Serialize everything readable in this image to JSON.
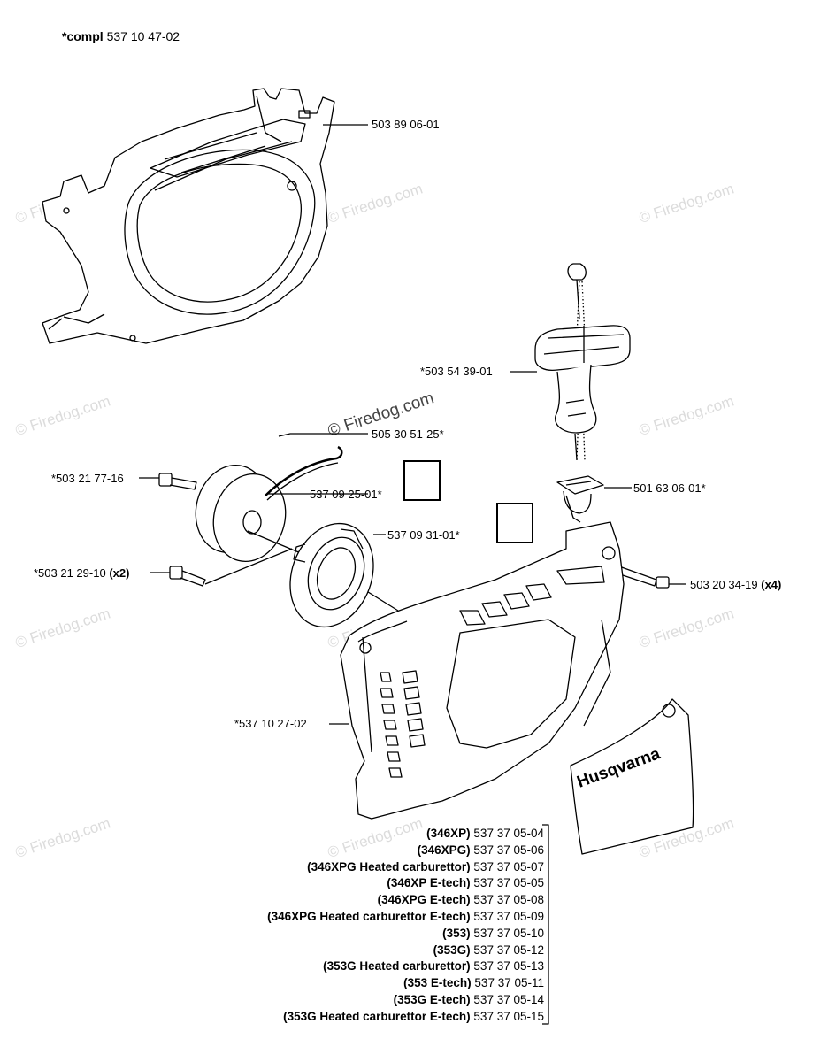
{
  "header": {
    "compl_prefix": "*compl",
    "compl_number": "537 10 47-02"
  },
  "callouts": {
    "c1": "503 89 06-01",
    "c2": "*503 54 39-01",
    "c3": "505 30 51-25*",
    "c4": "*503 21 77-16",
    "c5": "537 09 25-01*",
    "c6": "501 63 06-01*",
    "c7": "537 09 31-01*",
    "c8_num": "*503 21 29-10",
    "c8_qty": "(x2)",
    "c9_num": "503 20 34-19",
    "c9_qty": "(x4)",
    "c10": "*537 10 27-02"
  },
  "logo_text": "Husqvarna",
  "watermark": "© Firedog.com",
  "variants": [
    {
      "model": "(346XP)",
      "part": "537 37 05-04"
    },
    {
      "model": "(346XPG)",
      "part": "537 37 05-06"
    },
    {
      "model": "(346XPG Heated carburettor)",
      "part": "537 37 05-07"
    },
    {
      "model": "(346XP E-tech)",
      "part": "537 37 05-05"
    },
    {
      "model": "(346XPG E-tech)",
      "part": "537 37 05-08"
    },
    {
      "model": "(346XPG Heated carburettor E-tech)",
      "part": "537 37 05-09"
    },
    {
      "model": "(353)",
      "part": "537 37 05-10"
    },
    {
      "model": "(353G)",
      "part": "537 37 05-12"
    },
    {
      "model": "(353G Heated carburettor)",
      "part": "537 37 05-13"
    },
    {
      "model": "(353 E-tech)",
      "part": "537 37 05-11"
    },
    {
      "model": "(353G E-tech)",
      "part": "537 37 05-14"
    },
    {
      "model": "(353G Heated carburettor E-tech)",
      "part": "537 37 05-15"
    }
  ]
}
